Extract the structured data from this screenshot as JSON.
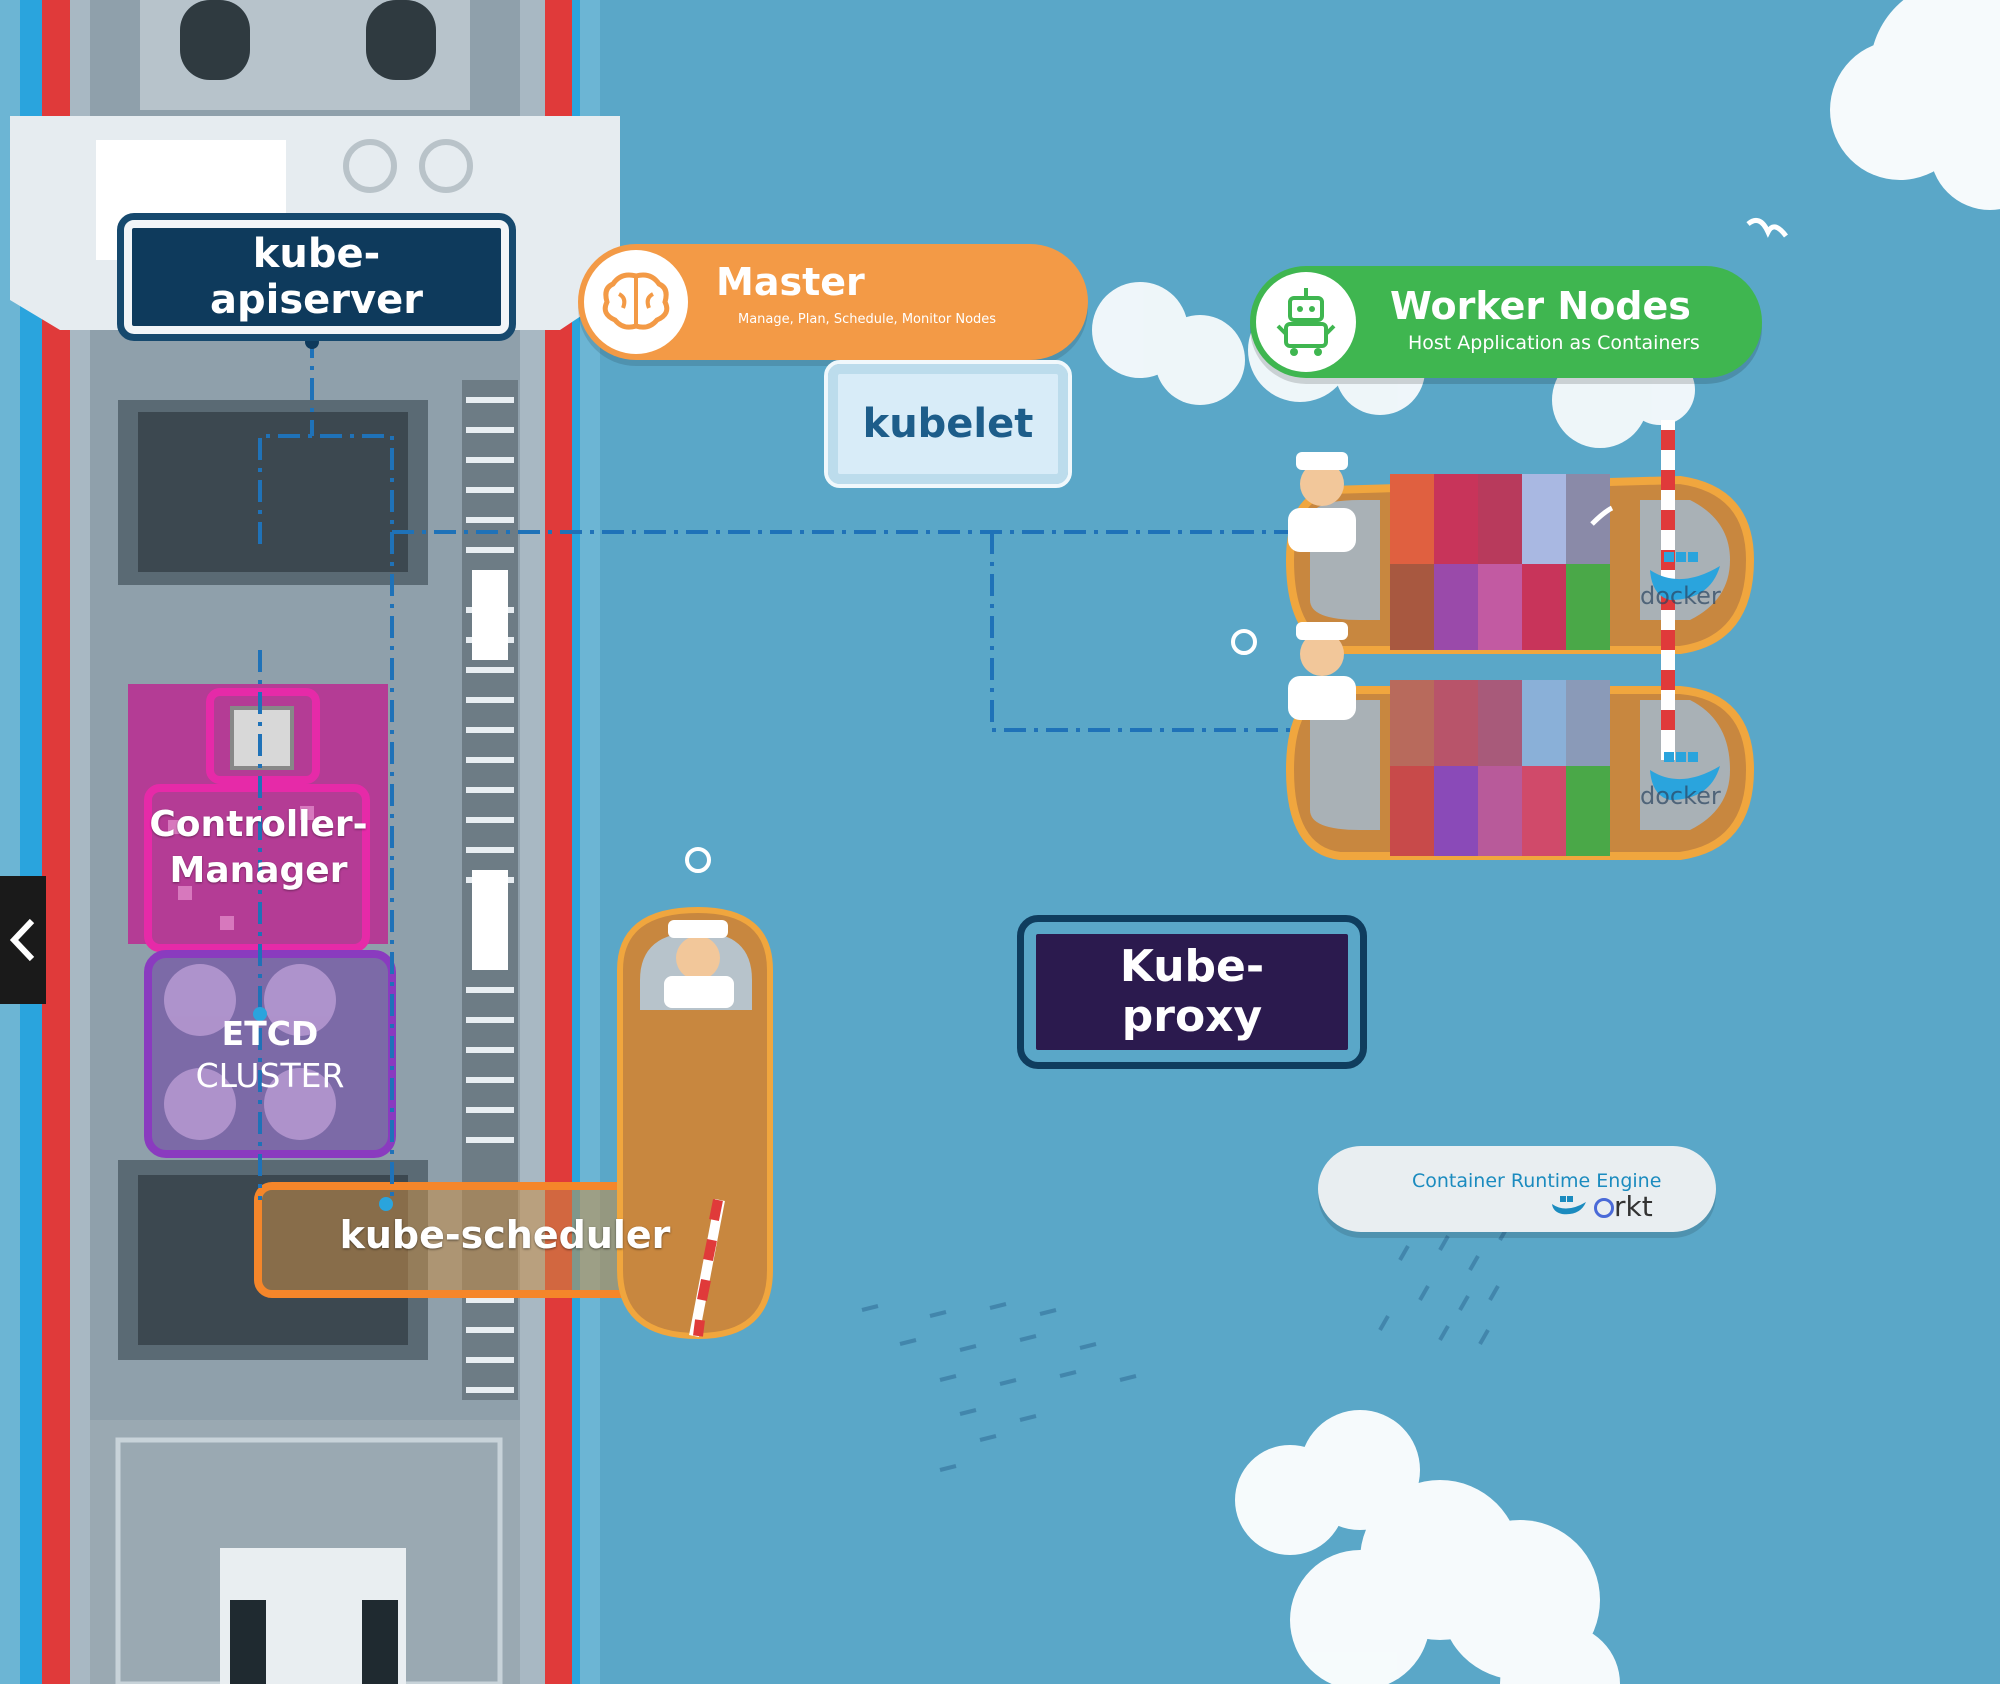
{
  "colors": {
    "sea": "#5aa7c8",
    "ship_hull_red": "#e03a3a",
    "master_accent": "#f39a46",
    "worker_accent": "#3fb650",
    "controller_magenta": "#e62aa8",
    "etcd_purple": "#8a3bbf",
    "scheduler_orange": "#f5862a"
  },
  "components": {
    "kube_apiserver": "kube-apiserver",
    "kubelet": "kubelet",
    "kube_proxy": "Kube-proxy",
    "controller_manager": "Controller-Manager",
    "etcd_line1": "ETCD",
    "etcd_line2": "CLUSTER",
    "kube_scheduler": "kube-scheduler"
  },
  "master": {
    "title": "Master",
    "subtitle": "Manage, Plan, Schedule, Monitor Nodes",
    "icon": "brain-icon"
  },
  "worker_nodes": {
    "title": "Worker Nodes",
    "subtitle": "Host Application as Containers",
    "icon": "robot-icon"
  },
  "container_runtime": {
    "title": "Container Runtime Engine",
    "runtimes": [
      "docker",
      "rkt"
    ]
  },
  "docker_labels": [
    "docker",
    "docker"
  ],
  "nav": {
    "icon": "chevron-left-icon"
  }
}
